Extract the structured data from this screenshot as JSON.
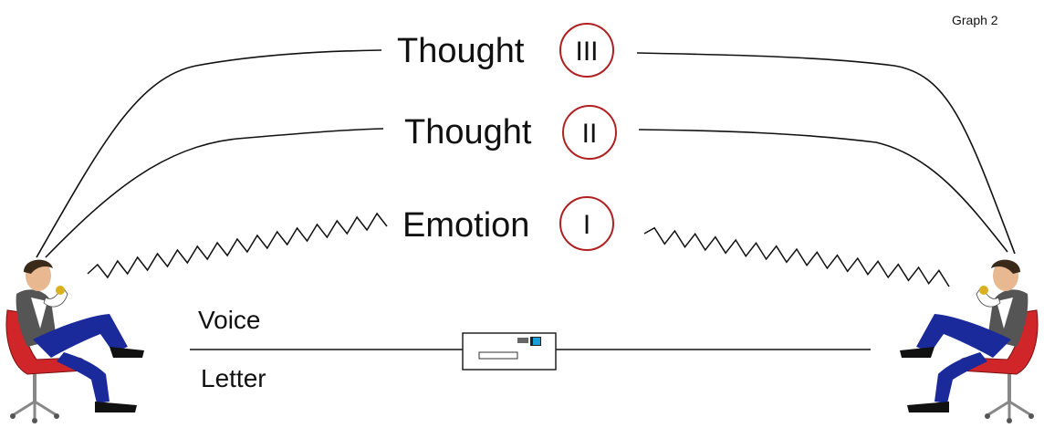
{
  "graph_label": "Graph 2",
  "levels": [
    {
      "label": "Thought",
      "numeral": "III"
    },
    {
      "label": "Thought",
      "numeral": "II"
    },
    {
      "label": "Emotion",
      "numeral": "I"
    }
  ],
  "channel": {
    "top_label": "Voice",
    "bottom_label": "Letter"
  },
  "colors": {
    "circle": "#b02020",
    "line": "#111111",
    "chair": "#d0262a",
    "pants": "#1a2a9a",
    "vest": "#555555",
    "skin": "#e8b890",
    "hair": "#3a2a1a",
    "screen": "#1aa0d8"
  }
}
